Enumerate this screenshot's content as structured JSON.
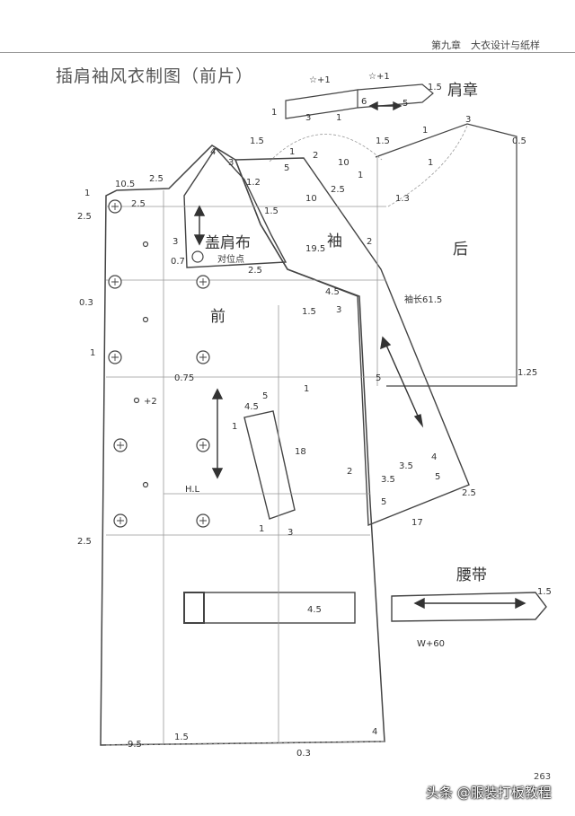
{
  "header": {
    "chapter": "第九章　大衣设计与纸样",
    "page": "263"
  },
  "title": "插肩袖风衣制图（前片）",
  "watermark": "头条 @服装打板教程",
  "pieces": {
    "shoulder_strap": "肩章",
    "storm_flap": "盖肩布",
    "notch_point": "对位点",
    "sleeve": "袖",
    "back": "后",
    "front": "前",
    "sleeve_length": "袖长61.5",
    "belt": "腰带",
    "belt_length": "W+60",
    "hip_line": "H.L"
  },
  "measurements": {
    "m_star1": "☆+1",
    "m_star2": "☆+1",
    "m_15_strap": "1.5",
    "m_1_strap": "1",
    "m_3_strap": "3",
    "m_1b_strap": "1",
    "m_6_strap": "6",
    "m_5_strap": "5",
    "m_1_top": "1",
    "m_3_top": "3",
    "m_15_top": "1.5",
    "m_05": "0.5",
    "m_15_neck": "1.5",
    "m_4_neck": "4",
    "m_3_neck": "3",
    "m_1_neck": "1",
    "m_105": "10.5",
    "m_25a": "2.5",
    "m_1_cf": "1",
    "m_25b": "2.5",
    "m_25c": "2.5",
    "m_3_flap": "3",
    "m_12": "1.2",
    "m_15_sl": "1.5",
    "m_5_sl": "5",
    "m_2_sl": "2",
    "m_10a": "10",
    "m_10b": "10",
    "m_25_sl": "2.5",
    "m_1_sl": "1",
    "m_1_sl2": "1",
    "m_13": "1.3",
    "m_195": "19.5",
    "m_2_sl2": "2",
    "m_07": "0.7",
    "m_25_arm": "2.5",
    "m_45a": "4.5",
    "m_15_arm": "1.5",
    "m_3_arm": "3",
    "m_03": "0.3",
    "m_1_side": "1",
    "m_075": "0.75",
    "m_125": "1.25",
    "m_2_btn": "+2",
    "m_5_pk": "5",
    "m_45_pk": "4.5",
    "m_1_pk": "1",
    "m_1_pk2": "1",
    "m_5_slv": "5",
    "m_18": "18",
    "m_1_pkb": "1",
    "m_3_pkb": "3",
    "m_35a": "3.5",
    "m_4_tab": "4",
    "m_5_tab": "5",
    "m_2_cuff": "2",
    "m_35b": "3.5",
    "m_5_cuff": "5",
    "m_25_cuff": "2.5",
    "m_17": "17",
    "m_25_hem": "2.5",
    "m_45_belt": "4.5",
    "m_15_belt": "1.5",
    "m_95": "9.5",
    "m_15_hem": "1.5",
    "m_4_hem": "4",
    "m_03_hem": "0.3"
  }
}
